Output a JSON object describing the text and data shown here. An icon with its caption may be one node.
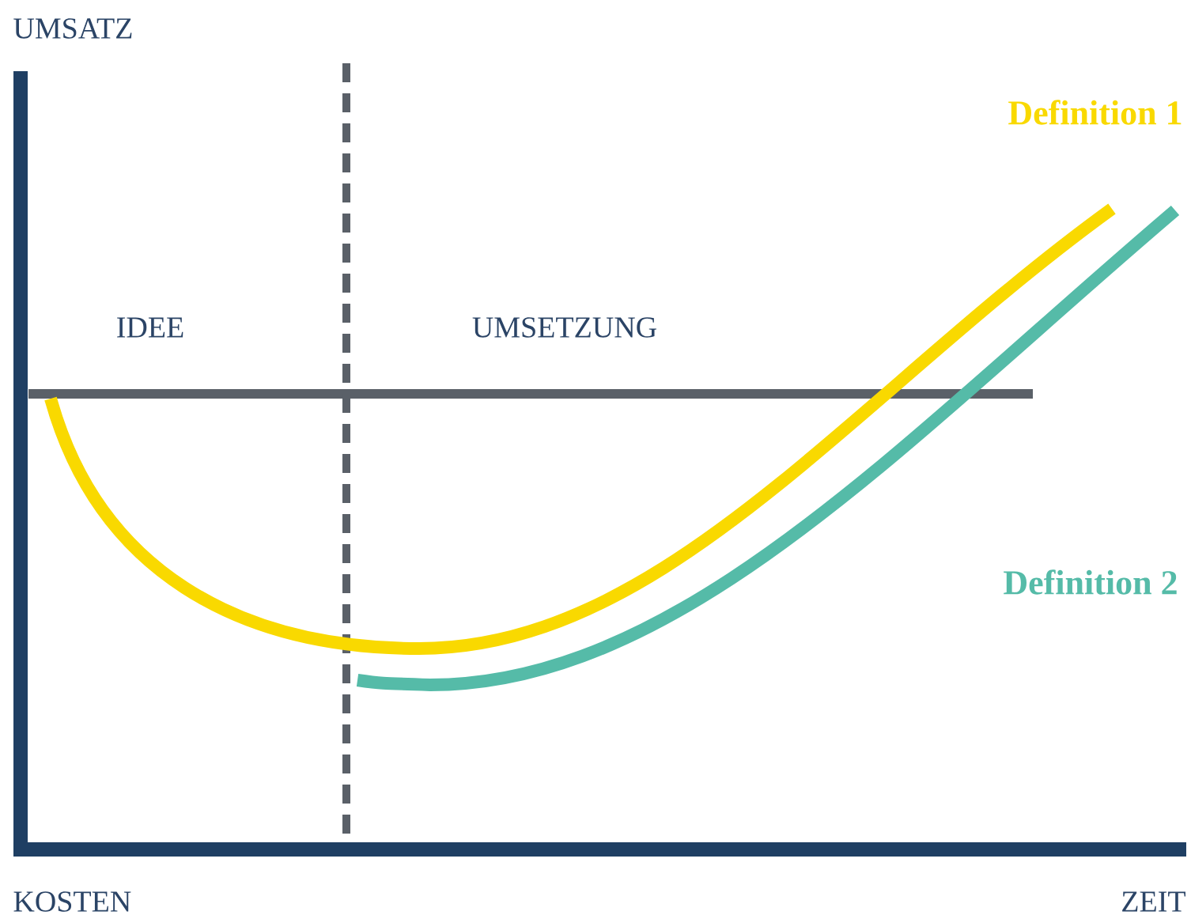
{
  "diagram": {
    "labels": [
      "UMSATZ",
      "IDEE",
      "UMSETZUNG",
      "Definition 1",
      "Definition 2",
      "KOSTEN",
      "ZEIT"
    ]
  }
}
